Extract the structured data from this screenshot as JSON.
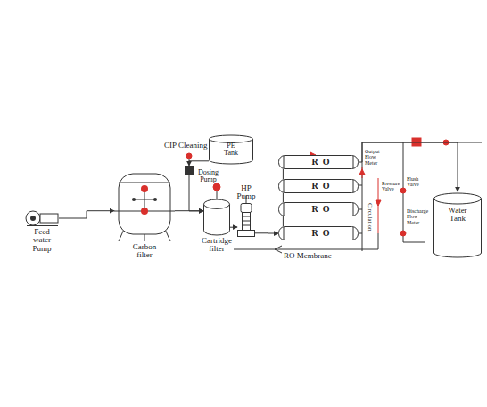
{
  "diagram": {
    "nodes": [
      {
        "text": [
          "Feed water Pump"
        ]
      },
      {
        "text": [
          "Carbon filter"
        ]
      },
      {
        "text": [
          "PE Tank"
        ]
      },
      {
        "text": [
          "Dosing Pump"
        ]
      },
      {
        "text": [
          "Cartridge filter"
        ]
      },
      {
        "text": [
          "HP Pump"
        ]
      },
      {
        "text": [
          "RO"
        ]
      },
      {
        "text": [
          "RO"
        ]
      },
      {
        "text": [
          "RO"
        ]
      },
      {
        "text": [
          "RO"
        ]
      },
      {
        "text": [
          "Water Tank"
        ]
      }
    ],
    "edges": [
      {
        "from": 0,
        "to": 1,
        "arrow": "to"
      },
      {
        "from": 1,
        "to": 4,
        "arrow": "to"
      },
      {
        "from": 2,
        "to": 3,
        "arrow": "to"
      },
      {
        "from": 3,
        "to": 4,
        "arrow": "to"
      },
      {
        "from": 4,
        "to": 5,
        "arrow": "to"
      },
      {
        "from": 5,
        "to": 9,
        "arrow": "to"
      },
      {
        "from": 6,
        "to": 7,
        "arrow": "none"
      },
      {
        "from": 7,
        "to": 8,
        "arrow": "none"
      },
      {
        "from": 8,
        "to": 9,
        "arrow": "none"
      },
      {
        "from": 6,
        "to": 10,
        "arrow": "to"
      }
    ],
    "labels": [
      "CIP Cleaning",
      "RO Membrane",
      "Output Flow Meter",
      "Pressure Valve",
      "Flush Valve",
      "Discharge Flow Meter",
      "Circulation"
    ]
  }
}
